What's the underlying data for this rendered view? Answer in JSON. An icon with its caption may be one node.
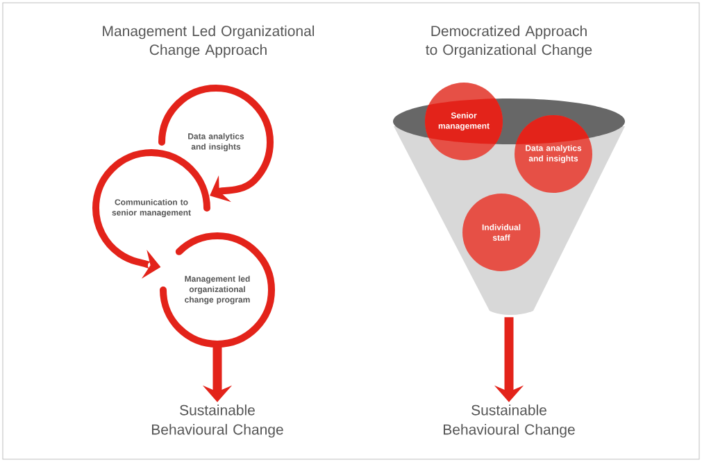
{
  "diagram": {
    "nodes": [
      {
        "text": [
          "Data analytics and insights"
        ]
      },
      {
        "text": [
          "Communication to senior management"
        ]
      },
      {
        "text": [
          "Management led organizational change program"
        ]
      },
      {
        "text": [
          "Sustainable Behavioural Change"
        ]
      },
      {
        "text": [],
        "shape": "funnel"
      },
      {
        "text": [
          "Senior management"
        ]
      },
      {
        "text": [
          "Data analytics and insights"
        ]
      },
      {
        "text": [
          "Individual staff"
        ],
        "in": 4
      },
      {
        "text": [
          "Sustainable Behavioural Change"
        ]
      }
    ],
    "edges": [
      {
        "from": 0,
        "to": 1,
        "arrow": "to"
      },
      {
        "from": 1,
        "to": 2,
        "arrow": "to"
      },
      {
        "from": 2,
        "to": 3,
        "arrow": "to"
      },
      {
        "from": 4,
        "to": 8,
        "arrow": "to"
      }
    ],
    "labels": [
      "Management Led Organizational Change Approach",
      "Democratized Approach to Organizational Change"
    ]
  }
}
